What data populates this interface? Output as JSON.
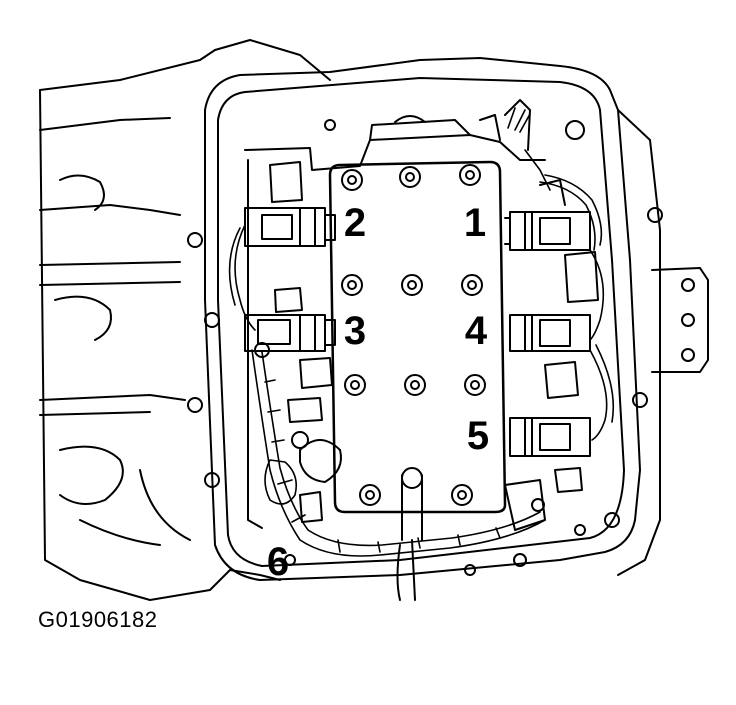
{
  "figure_id": "G01906182",
  "callouts": {
    "one": "1",
    "two": "2",
    "three": "3",
    "four": "4",
    "five": "5",
    "six": "6"
  },
  "colors": {
    "ink": "#000000",
    "paper": "#ffffff"
  }
}
